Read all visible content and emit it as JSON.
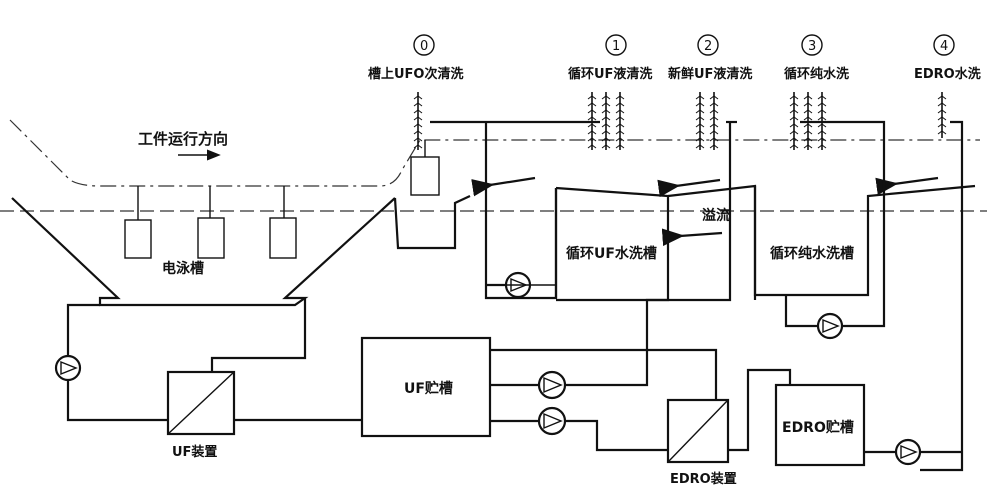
{
  "stages": [
    {
      "num": "0",
      "label": "槽上UFO次清洗"
    },
    {
      "num": "1",
      "label": "循环UF液清洗"
    },
    {
      "num": "2",
      "label": "新鲜UF液清洗"
    },
    {
      "num": "3",
      "label": "循环纯水洗"
    },
    {
      "num": "4",
      "label": "EDRO水洗"
    }
  ],
  "labels": {
    "direction": "工件运行方向",
    "ep_tank": "电泳槽",
    "uf_wash_tank": "循环UF水洗槽",
    "overflow": "溢流",
    "pure_wash_tank": "循环纯水洗槽",
    "uf_storage": "UF贮槽",
    "uf_device": "UF装置",
    "edro_storage": "EDRO贮槽",
    "edro_device": "EDRO装置"
  }
}
